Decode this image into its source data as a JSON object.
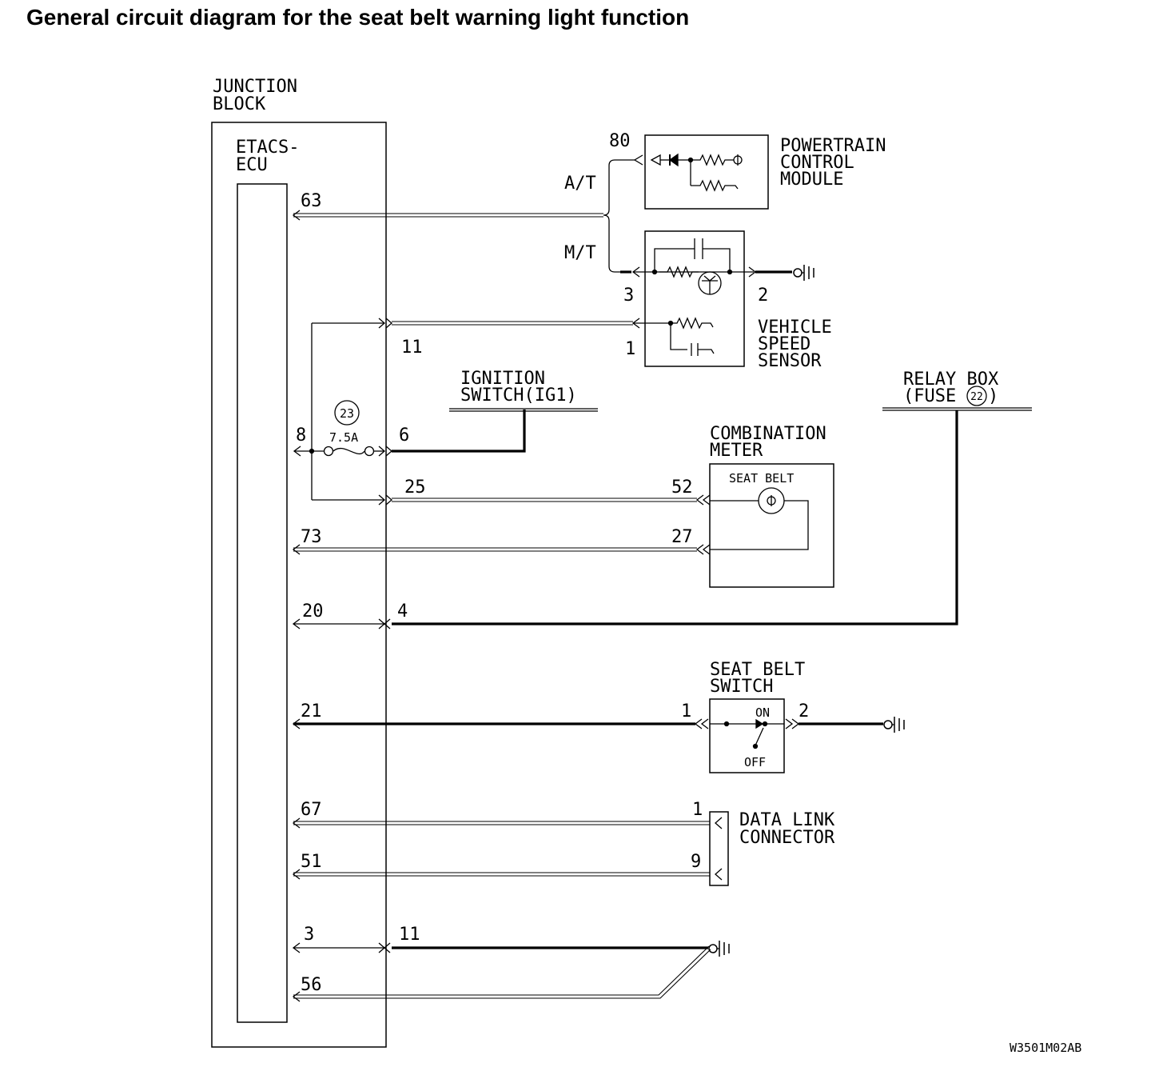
{
  "title": "General circuit diagram for the seat belt warning light function",
  "figure_code": "W3501M02AB",
  "components": {
    "junction_block": {
      "line1": "JUNCTION",
      "line2": "BLOCK"
    },
    "etacs_ecu": {
      "line1": "ETACS-",
      "line2": "ECU"
    },
    "pcm": {
      "line1": "POWERTRAIN",
      "line2": "CONTROL",
      "line3": "MODULE"
    },
    "vss": {
      "line1": "VEHICLE",
      "line2": "SPEED",
      "line3": "SENSOR"
    },
    "ignition_switch": {
      "line1": "IGNITION",
      "line2": "SWITCH(IG1)"
    },
    "relay_box": {
      "line1": "RELAY BOX",
      "line2": "(FUSE",
      "fuse_num": "22",
      "line2_end": ")"
    },
    "combination_meter": {
      "line1": "COMBINATION",
      "line2": "METER",
      "inner": "SEAT BELT"
    },
    "seat_belt_switch": {
      "line1": "SEAT BELT",
      "line2": "SWITCH",
      "on": "ON",
      "off": "OFF"
    },
    "data_link_connector": {
      "line1": "DATA LINK",
      "line2": "CONNECTOR"
    },
    "fuse": {
      "number": "23",
      "rating": "7.5A"
    }
  },
  "transmission": {
    "at": "A/T",
    "mt": "M/T"
  },
  "pins": {
    "ecu": [
      "63",
      "73",
      "20",
      "21",
      "67",
      "51",
      "3",
      "56"
    ],
    "jb": [
      "11",
      "8",
      "6",
      "25",
      "4",
      "11"
    ],
    "pcm": "80",
    "vss": [
      "3",
      "2",
      "1"
    ],
    "meter": [
      "52",
      "27"
    ],
    "sbs": [
      "1",
      "2"
    ],
    "dlc": [
      "1",
      "9"
    ]
  }
}
